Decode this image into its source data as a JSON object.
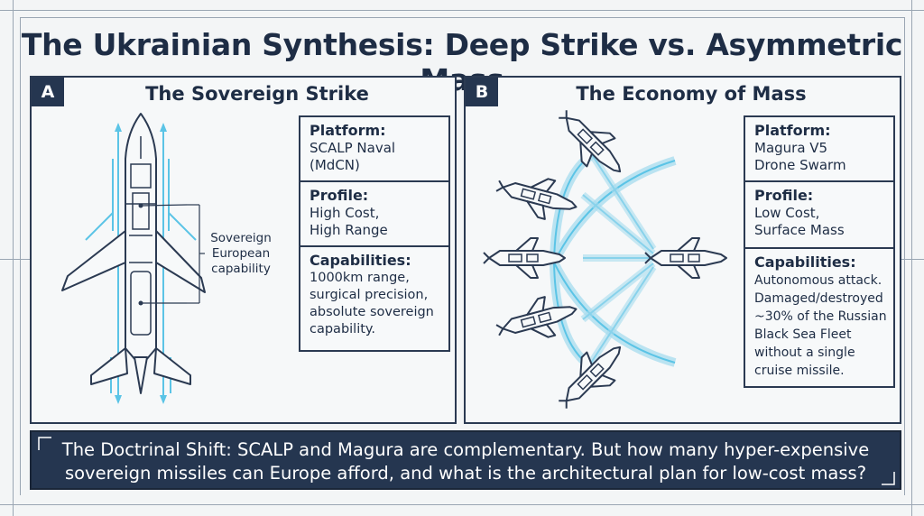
{
  "title": "The Ukrainian Synthesis: Deep Strike vs. Asymmetric Mass",
  "panel_a": {
    "letter": "A",
    "title": "The Sovereign Strike",
    "callout": "Sovereign\nEuropean\ncapability",
    "platform_label": "Platform:",
    "platform_text": "SCALP Naval\n(MdCN)",
    "profile_label": "Profile:",
    "profile_text": "High Cost,\nHigh Range",
    "capabilities_label": "Capabilities:",
    "capabilities_text": "1000km range,\nsurgical precision,\nabsolute sovereign\ncapability."
  },
  "panel_b": {
    "letter": "B",
    "title": "The Economy of Mass",
    "platform_label": "Platform:",
    "platform_text": "Magura V5\nDrone Swarm",
    "profile_label": "Profile:",
    "profile_text": "Low Cost,\nSurface Mass",
    "capabilities_label": "Capabilities:",
    "capabilities_text": "Autonomous attack.\nDamaged/destroyed\n~30% of the Russian\nBlack Sea Fleet\nwithout a single\ncruise missile."
  },
  "banner": {
    "text": "The Doctrinal Shift: SCALP and Magura are complementary. But how many hyper-expensive\nsovereign missiles can Europe afford, and what is the architectural plan for low-cost mass?"
  },
  "colors": {
    "navy": "#253650",
    "line": "#2b3a52",
    "accent_cyan": "#5bc4e6"
  }
}
